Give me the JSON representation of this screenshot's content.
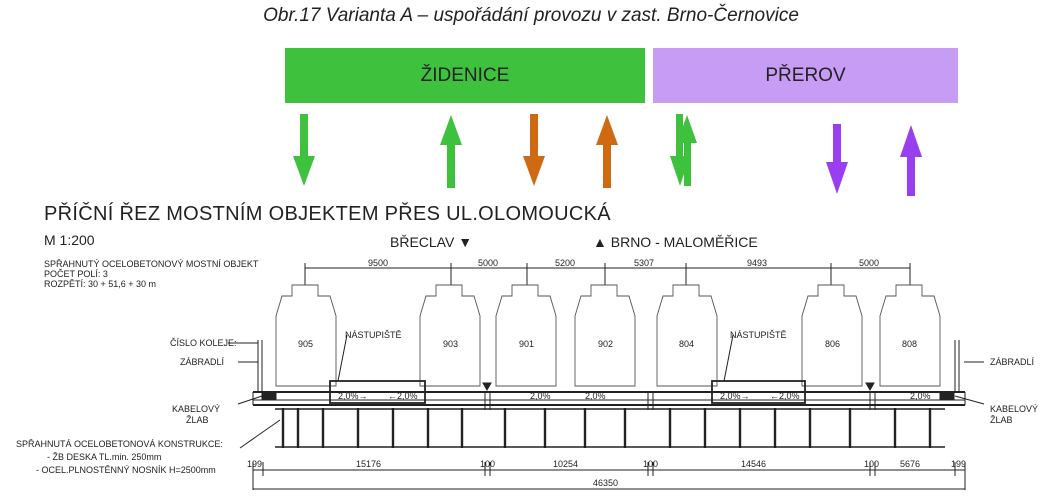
{
  "figure_title": "Obr.17 Varianta A – uspořádání provozu v zast. Brno-Černovice",
  "bands": [
    {
      "label": "ŽIDENICE",
      "color": "#3ec23e"
    },
    {
      "label": "PŘEROV",
      "color": "#c79cf5"
    }
  ],
  "arrows": [
    {
      "direction": "down",
      "color": "#3ec23e"
    },
    {
      "direction": "up",
      "color": "#3ec23e"
    },
    {
      "direction": "down",
      "color": "#d06a12"
    },
    {
      "direction": "up",
      "color": "#d06a12"
    },
    {
      "direction": "down",
      "color": "#3ec23e"
    },
    {
      "direction": "up",
      "color": "#3ec23e"
    },
    {
      "direction": "down",
      "color": "#9a3ff0"
    },
    {
      "direction": "up",
      "color": "#9a3ff0"
    }
  ],
  "section": {
    "heading": "PŘÍČNÍ ŘEZ MOSTNÍM OBJEKTEM PŘES UL.OLOMOUCKÁ",
    "scale": "M 1:200",
    "dir_left": "BŘECLAV ▼",
    "dir_right": "▲ BRNO - MALOMĚŘICE",
    "notes": [
      "SPŘAHNUTÝ OCELOBETONOVÝ MOSTNÍ OBJEKT",
      "POČET POLÍ: 3",
      "ROZPĚTÍ: 30 + 51,6 + 30 m"
    ],
    "track_label": "ČÍSLO KOLEJE:",
    "railing_left": "ZÁBRADLÍ",
    "railing_right": "ZÁBRADLÍ",
    "cable_left": [
      "KABELOVÝ",
      "ŽLAB"
    ],
    "cable_right": [
      "KABELOVÝ",
      "ŽLAB"
    ],
    "construction": [
      "SPŘAHNUTÁ OCELOBETONOVÁ KONSTRUKCE:",
      "- ŽB DESKA TL.min. 250mm",
      "- OCEL.PLNOSTĚNNÝ NOSNÍK H=2500mm"
    ],
    "platform_label_1": "NÁSTUPIŠTĚ",
    "platform_label_2": "NÁSTUPIŠTĚ",
    "tracks": [
      "905",
      "903",
      "901",
      "902",
      "804",
      "806",
      "808"
    ],
    "top_dims": [
      "9500",
      "5000",
      "5200",
      "5307",
      "9493",
      "5000"
    ],
    "bottom_dims": [
      "199",
      "15176",
      "100",
      "10254",
      "100",
      "14546",
      "100",
      "5676",
      "199"
    ],
    "total_dim": "46350",
    "slopes": [
      "2,0%→",
      "←2,0%",
      "2,0%",
      "2,0%",
      "2,0%→",
      "←2,0%",
      "2,0%"
    ]
  }
}
